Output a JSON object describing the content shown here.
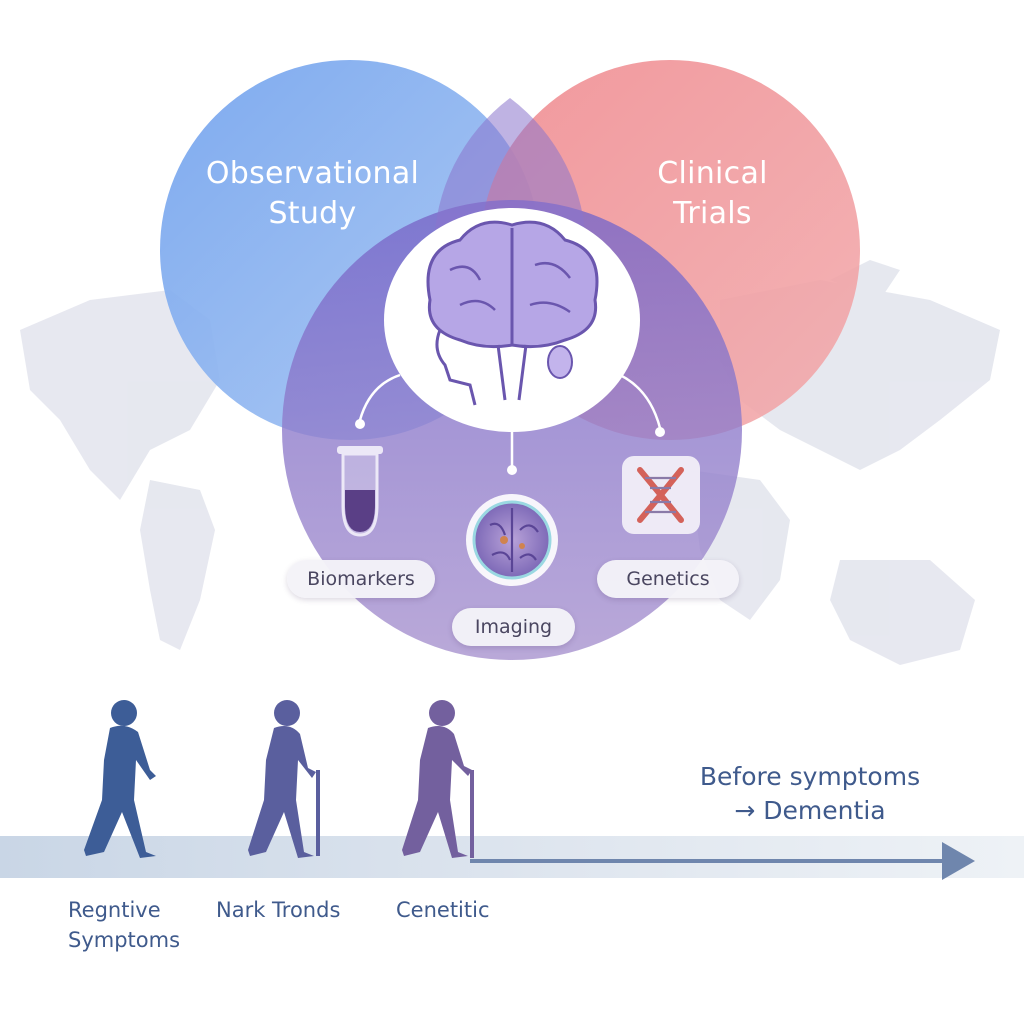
{
  "circles": {
    "observational": {
      "title_line1": "Observational",
      "title_line2": "Study",
      "color": "#8fb2ef"
    },
    "clinical": {
      "title_line1": "Clinical",
      "title_line2": "Trials",
      "color": "#ee8f94"
    },
    "core": {
      "color": "#8f7ac2"
    }
  },
  "modalities": {
    "biomarkers": {
      "label": "Biomarkers",
      "icon": "test-tube-icon"
    },
    "imaging": {
      "label": "Imaging",
      "icon": "brain-scan-icon"
    },
    "genetics": {
      "label": "Genetics",
      "icon": "dna-icon"
    }
  },
  "center_icon": "brain-head-icon",
  "timeline": {
    "title_line1": "Before symptoms",
    "title_line2": "→ Dementia",
    "stages": [
      {
        "label_line1": "Regntive",
        "label_line2": "Symptoms"
      },
      {
        "label_line1": "Nark Tronds",
        "label_line2": ""
      },
      {
        "label_line1": "Cenetitic",
        "label_line2": ""
      }
    ]
  }
}
